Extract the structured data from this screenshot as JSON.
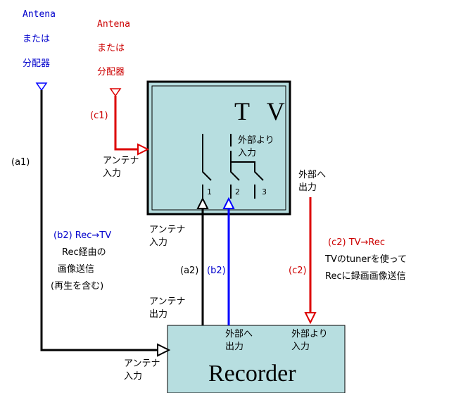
{
  "colors": {
    "box_fill": "#b7dee0",
    "black": "#000000",
    "blue": "#0000ff",
    "red": "#dd0000"
  },
  "source_blue": {
    "line1": "Antena",
    "line2": "または",
    "line3": "分配器"
  },
  "source_red": {
    "line1": "Antena",
    "line2": "または",
    "line3": "分配器"
  },
  "tv": {
    "title": "T V",
    "external_in": {
      "line1": "外部より",
      "line2": "入力"
    },
    "external_out": {
      "line1": "外部へ",
      "line2": "出力"
    },
    "switch_labels": [
      "1",
      "2",
      "3"
    ],
    "antenna_in": {
      "line1": "アンテナ",
      "line2": "入力"
    }
  },
  "recorder": {
    "title": "Recorder",
    "external_out": {
      "line1": "外部へ",
      "line2": "出力"
    },
    "external_in": {
      "line1": "外部より",
      "line2": "入力"
    },
    "antenna_in": {
      "line1": "アンテナ",
      "line2": "入力"
    }
  },
  "labels": {
    "c1": "(c1)",
    "a1": "(a1)",
    "a2": "(a2)",
    "b2": "(b2)",
    "c2": "(c2)",
    "tv_antenna_in": {
      "line1": "アンテナ",
      "line2": "入力"
    },
    "rec_antenna_out": {
      "line1": "アンテナ",
      "line2": "出力"
    }
  },
  "notes": {
    "b2_title": "(b2) Rec→TV",
    "b2_line1": "Rec経由の",
    "b2_line2": "画像送信",
    "b2_line3": "(再生を含む)",
    "c2_title": "(c2) TV→Rec",
    "c2_line1": "TVのtunerを使って",
    "c2_line2": "Recに録画画像送信"
  }
}
